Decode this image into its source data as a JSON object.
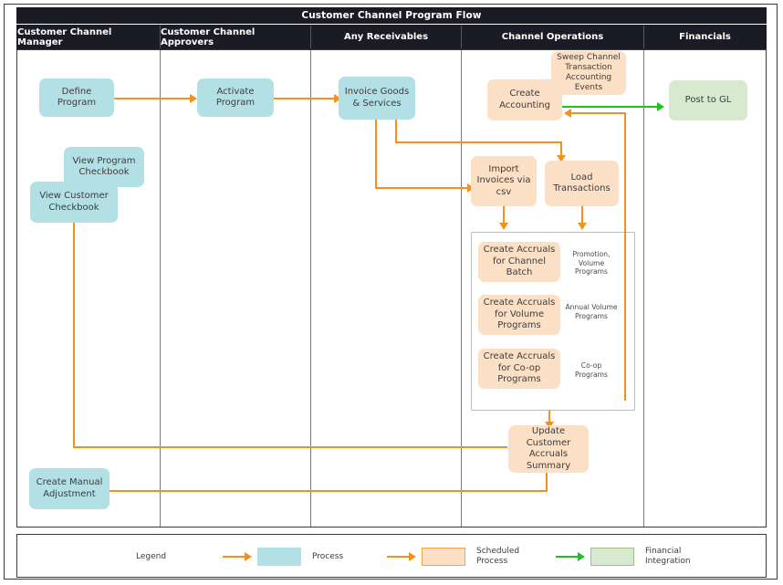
{
  "diagram": {
    "title": "Customer Channel Program Flow",
    "lanes": [
      {
        "id": "manager",
        "label": "Customer Channel Manager"
      },
      {
        "id": "approvers",
        "label": "Customer Channel Approvers"
      },
      {
        "id": "receivables",
        "label": "Any Receivables"
      },
      {
        "id": "operations",
        "label": "Channel Operations"
      },
      {
        "id": "financials",
        "label": "Financials"
      }
    ],
    "nodes": [
      {
        "id": "define-program",
        "label": "Define Program",
        "type": "process",
        "lane": "manager"
      },
      {
        "id": "view-program-checkbook",
        "label": "View Program Checkbook",
        "type": "process",
        "lane": "manager"
      },
      {
        "id": "view-customer-checkbook",
        "label": "View Customer Checkbook",
        "type": "process",
        "lane": "manager"
      },
      {
        "id": "create-manual-adjustment",
        "label": "Create Manual Adjustment",
        "type": "process",
        "lane": "manager"
      },
      {
        "id": "activate-program",
        "label": "Activate Program",
        "type": "process",
        "lane": "approvers"
      },
      {
        "id": "invoice-goods-services",
        "label": "Invoice Goods & Services",
        "type": "process",
        "lane": "receivables"
      },
      {
        "id": "create-accounting",
        "label": "Create Accounting",
        "type": "scheduled",
        "lane": "operations"
      },
      {
        "id": "sweep-channel-events",
        "label": "Sweep Channel Transaction Accounting Events",
        "type": "scheduled",
        "lane": "operations"
      },
      {
        "id": "import-invoices-csv",
        "label": "Import Invoices via csv",
        "type": "scheduled",
        "lane": "operations"
      },
      {
        "id": "load-transactions",
        "label": "Load Transactions",
        "type": "scheduled",
        "lane": "operations"
      },
      {
        "id": "create-accruals-channel-batch",
        "label": "Create Accruals for Channel Batch",
        "type": "scheduled",
        "lane": "operations"
      },
      {
        "id": "create-accruals-volume-programs",
        "label": "Create Accruals for Volume Programs",
        "type": "scheduled",
        "lane": "operations"
      },
      {
        "id": "create-accruals-coop-programs",
        "label": "Create Accruals for Co-op Programs",
        "type": "scheduled",
        "lane": "operations"
      },
      {
        "id": "update-customer-accruals-summary",
        "label": "Update Customer Accruals Summary",
        "type": "scheduled",
        "lane": "operations"
      },
      {
        "id": "post-to-gl",
        "label": "Post to GL",
        "type": "financial",
        "lane": "financials"
      }
    ],
    "annotations": [
      {
        "id": "note-channel-batch",
        "text": "Promotion, Volume Programs"
      },
      {
        "id": "note-volume-programs",
        "text": "Annual Volume Programs"
      },
      {
        "id": "note-coop-programs",
        "text": "Co-op Programs"
      }
    ],
    "legend": {
      "title": "Legend",
      "items": [
        {
          "id": "legend-process",
          "label": "Process",
          "color": "#b3e0e5",
          "arrow_color": "#f2911d"
        },
        {
          "id": "legend-scheduled-process",
          "label": "Scheduled Process",
          "color": "#fce0c6",
          "arrow_color": "#f2911d"
        },
        {
          "id": "legend-financial-integration",
          "label": "Financial Integration",
          "color": "#d7ead0",
          "arrow_color": "#1fc21f"
        }
      ]
    },
    "colors": {
      "process": "#b3e0e5",
      "scheduled": "#fce0c6",
      "financial": "#d7ead0",
      "flow_arrow": "#f2911d",
      "integration_arrow": "#1fc21f",
      "header_bg": "#1b1b26",
      "header_text": "#ffffff"
    }
  }
}
